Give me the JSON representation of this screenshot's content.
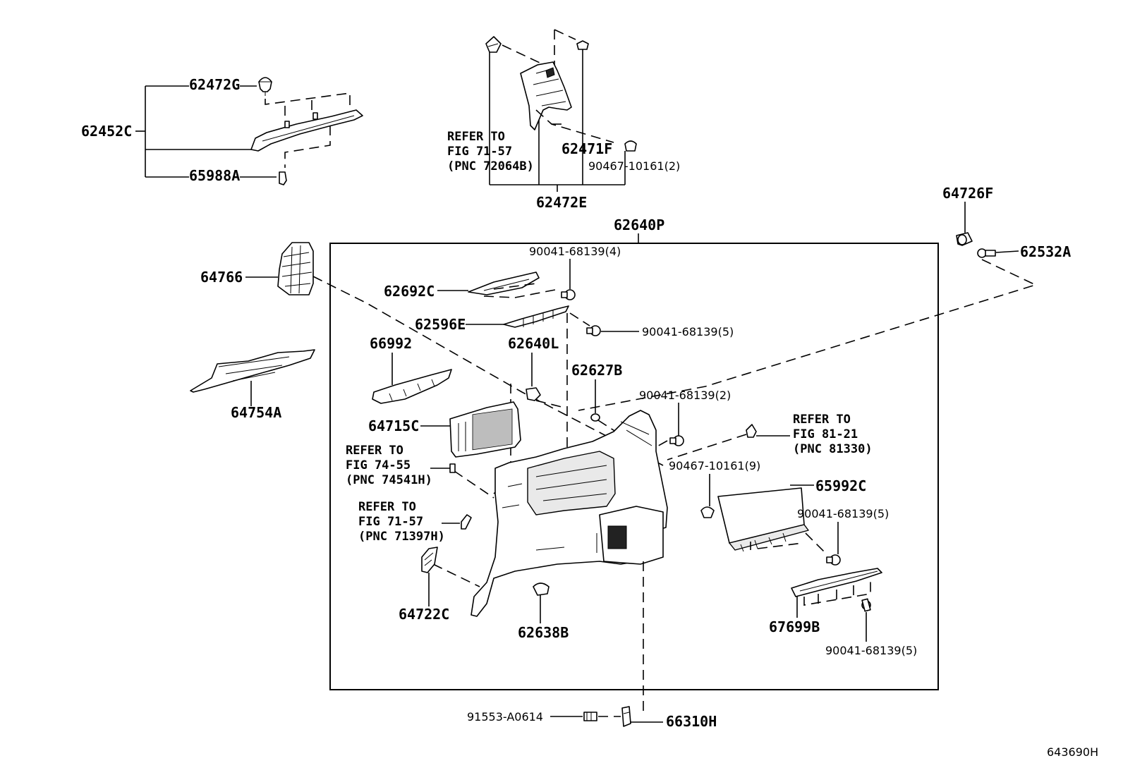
{
  "diagram": {
    "part_labels": {
      "p62472G": "62472G",
      "p62452C": "62452C",
      "p65988A": "65988A",
      "p62471F": "62471F",
      "p90467_10161_2": "90467-10161(2)",
      "p62472E": "62472E",
      "p64726F": "64726F",
      "p62532A": "62532A",
      "p62640P": "62640P",
      "p64766": "64766",
      "p90041_68139_4": "90041-68139(4)",
      "p62692C": "62692C",
      "p62596E": "62596E",
      "p90041_68139_5a": "90041-68139(5)",
      "p66992": "66992",
      "p62640L": "62640L",
      "p62627B": "62627B",
      "p90041_68139_2": "90041-68139(2)",
      "p64754A": "64754A",
      "p64715C": "64715C",
      "p90467_10161_9": "90467-10161(9)",
      "p65992C": "65992C",
      "p90041_68139_5b": "90041-68139(5)",
      "p64722C": "64722C",
      "p62638B": "62638B",
      "p67699B": "67699B",
      "p90041_68139_5c": "90041-68139(5)",
      "p91553_A0614": "91553-A0614",
      "p66310H": "66310H"
    },
    "refer_notes": {
      "ref1": {
        "line1": "REFER TO",
        "line2": "FIG 71-57",
        "line3": "(PNC 72064B)"
      },
      "ref2": {
        "line1": "REFER TO",
        "line2": "FIG 81-21",
        "line3": "(PNC 81330)"
      },
      "ref3": {
        "line1": "REFER TO",
        "line2": "FIG 74-55",
        "line3": "(PNC 74541H)"
      },
      "ref4": {
        "line1": "REFER TO",
        "line2": "FIG 71-57",
        "line3": "(PNC 71397H)"
      }
    },
    "figure_code": "643690H"
  }
}
